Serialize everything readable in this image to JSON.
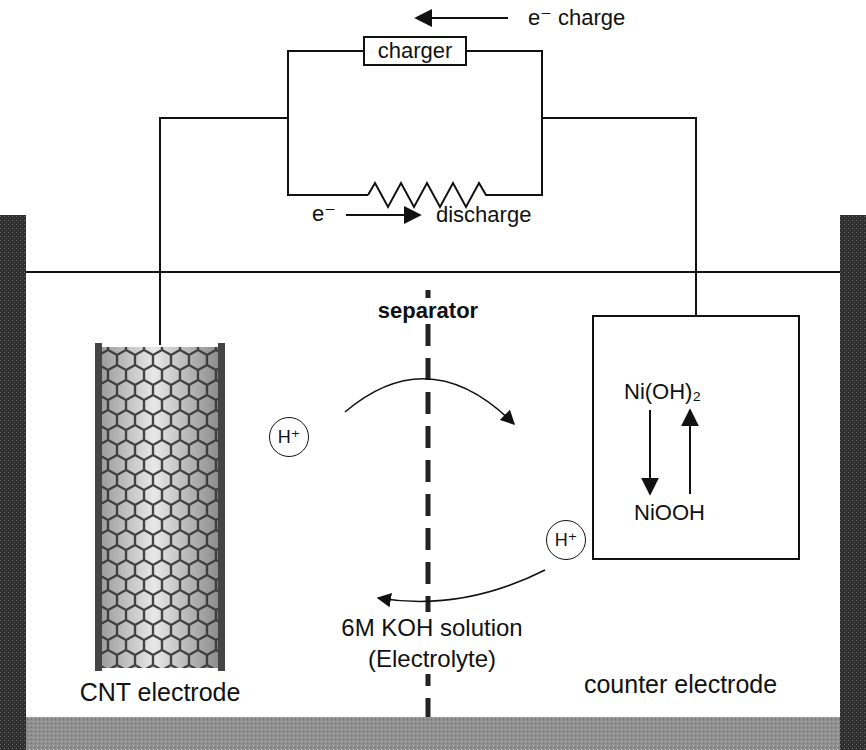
{
  "diagram": {
    "nodes": [
      {
        "text": [
          "charger"
        ]
      },
      {
        "text": [
          "CNT electrode"
        ]
      },
      {
        "text": [
          "H⁺"
        ]
      },
      {
        "text": [
          "H⁺"
        ]
      },
      {
        "text": [
          "Ni(OH)₂",
          "NiOOH",
          "counter electrode"
        ]
      }
    ],
    "edges": [
      {
        "from": 0,
        "to": 1,
        "arrow": "none"
      },
      {
        "from": 0,
        "to": 4,
        "arrow": "none"
      }
    ],
    "labels": [
      "e⁻ charge",
      "e⁻",
      "discharge",
      "separator",
      "6M KOH solution (Electrolyte)"
    ]
  }
}
